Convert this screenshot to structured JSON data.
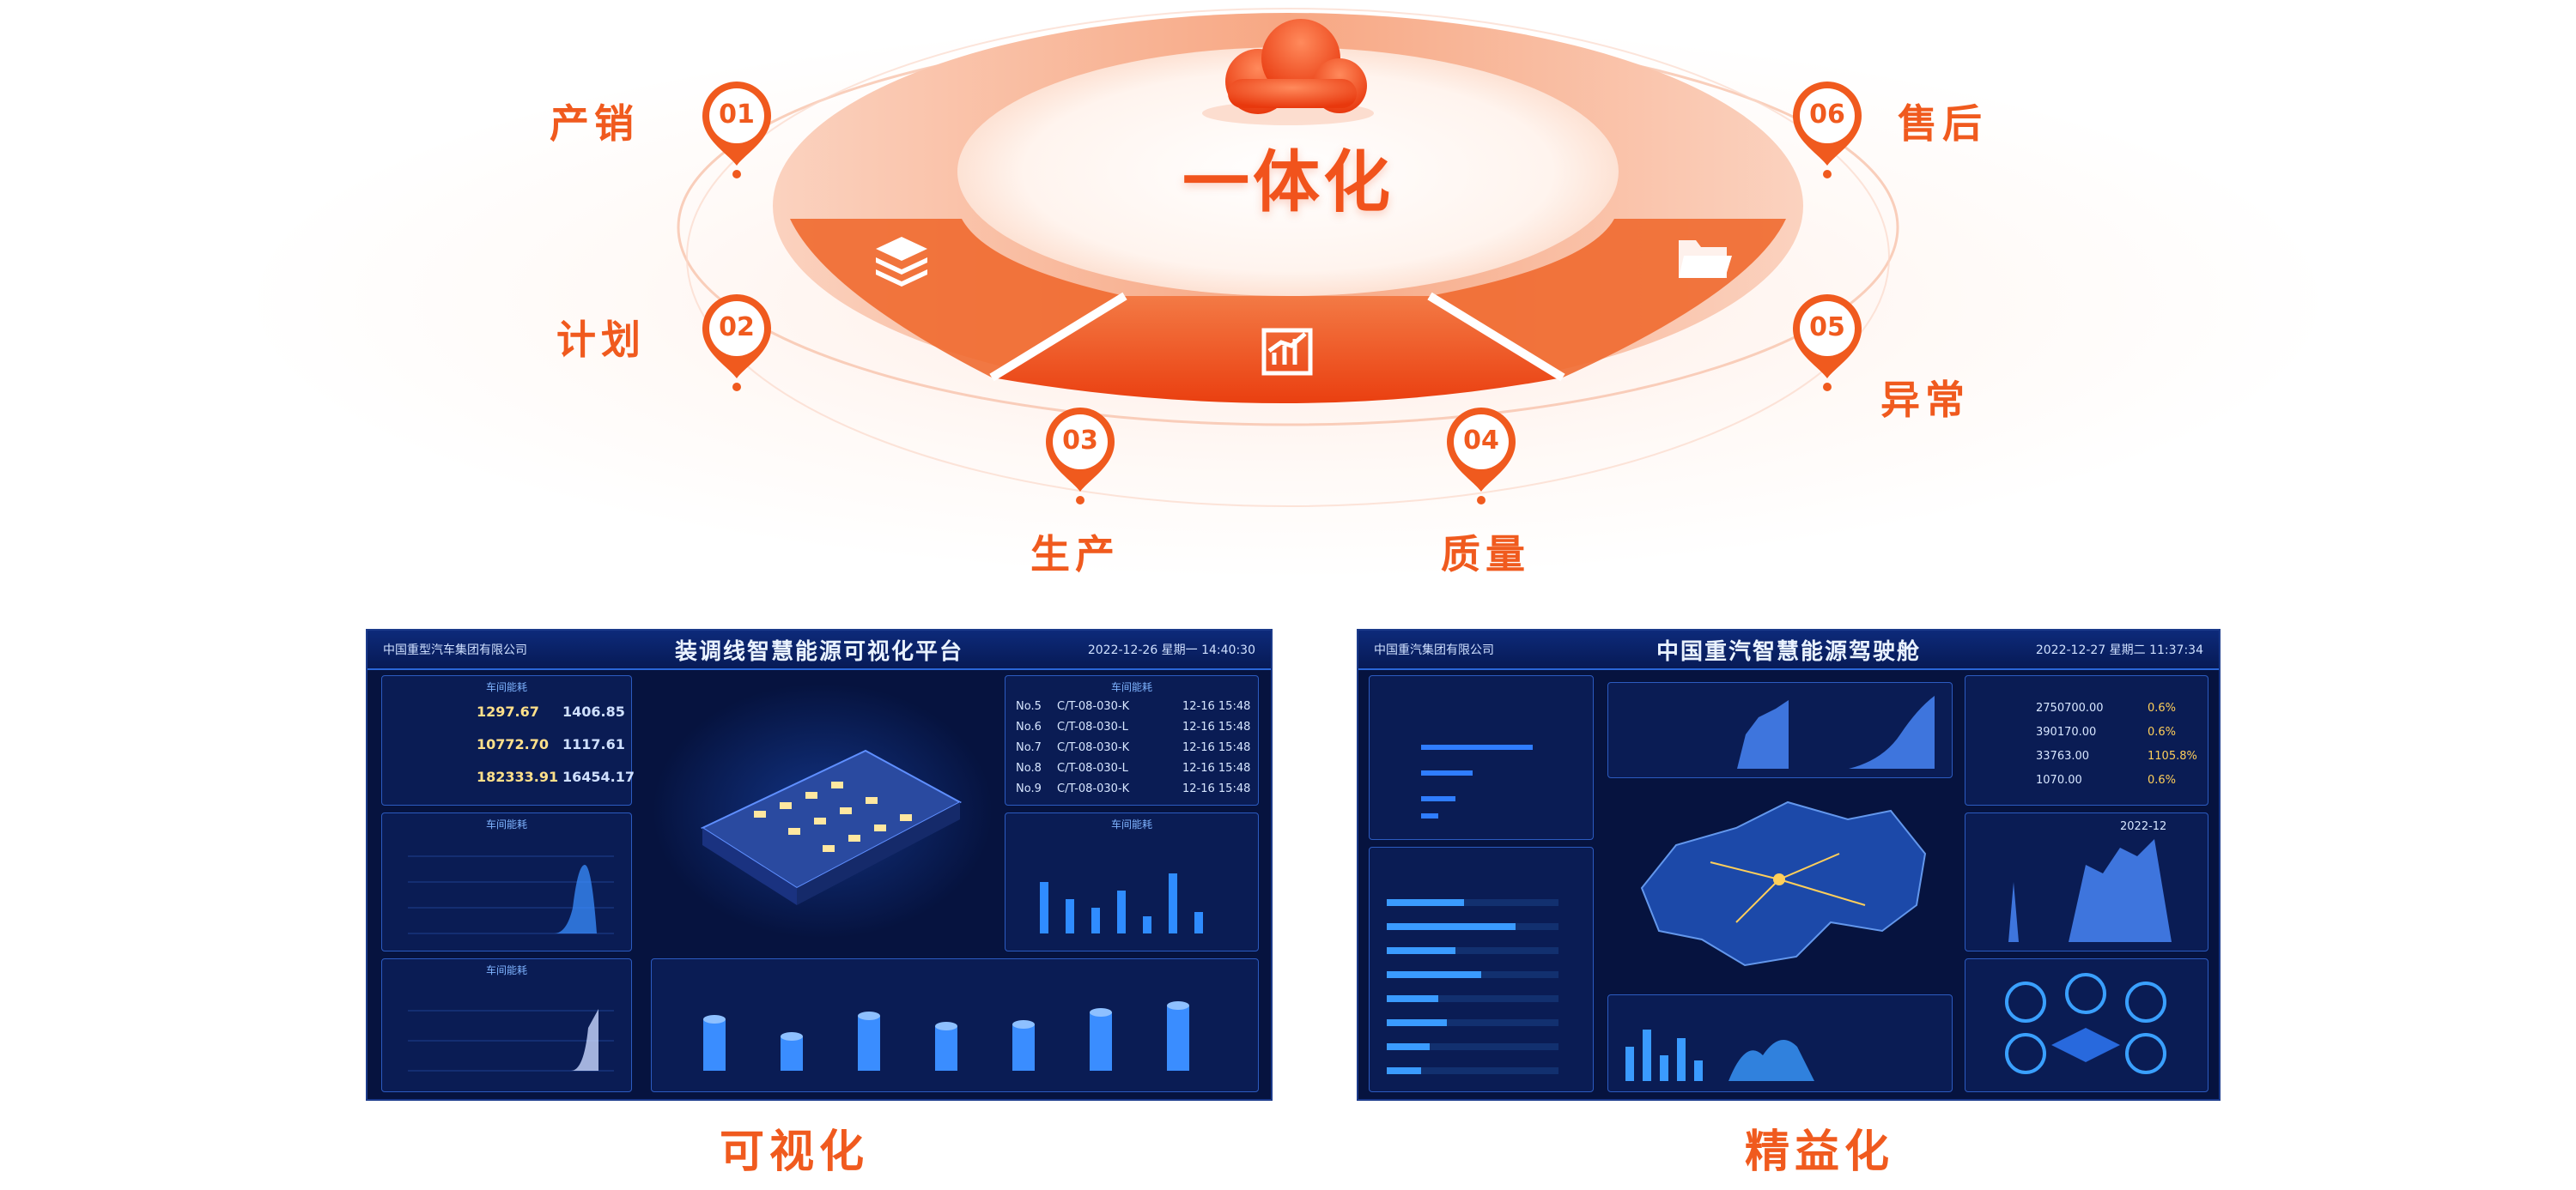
{
  "hero": {
    "center_title": "一体化",
    "steps": [
      {
        "num": "01",
        "label": "产销"
      },
      {
        "num": "02",
        "label": "计划"
      },
      {
        "num": "03",
        "label": "生产"
      },
      {
        "num": "04",
        "label": "质量"
      },
      {
        "num": "05",
        "label": "异常"
      },
      {
        "num": "06",
        "label": "售后"
      }
    ],
    "icons": [
      "layers-icon",
      "chart-icon",
      "folder-icon",
      "cloud-icon"
    ]
  },
  "colors": {
    "accent": "#f05a1e",
    "ring_light": "#f7a783",
    "ring_dark": "#ee4a16",
    "screen_bg": "#06133f"
  },
  "screen_left": {
    "org": "中国重型汽车集团有限公司",
    "title": "装调线智慧能源可视化平台",
    "time": "2022-12-26 星期一 14:40:30",
    "panels": [
      "车间能耗",
      "车间能耗",
      "车间能耗",
      "车间能耗",
      "车间能耗"
    ],
    "metrics": [
      {
        "value": "1297.67",
        "sub": "1406.85"
      },
      {
        "value": "10772.70",
        "sub": "1117.61"
      },
      {
        "value": "182333.91",
        "sub": "16454.17"
      }
    ],
    "list_rows": [
      {
        "no": "No.5",
        "text": "C/T-08-030-K",
        "time": "12-16 15:48"
      },
      {
        "no": "No.6",
        "text": "C/T-08-030-L",
        "time": "12-16 15:48"
      },
      {
        "no": "No.7",
        "text": "C/T-08-030-K",
        "time": "12-16 15:48"
      },
      {
        "no": "No.8",
        "text": "C/T-08-030-L",
        "time": "12-16 15:48"
      },
      {
        "no": "No.9",
        "text": "C/T-08-030-K",
        "time": "12-16 15:48"
      }
    ]
  },
  "screen_right": {
    "org": "中国重汽集团有限公司",
    "title": "中国重汽智慧能源驾驶舱",
    "time": "2022-12-27 星期二 11:37:34",
    "values": [
      {
        "label": "",
        "value": "2750700.00",
        "pct": "0.6%"
      },
      {
        "label": "",
        "value": "390170.00",
        "pct": "0.6%"
      },
      {
        "label": "",
        "value": "33763.00",
        "pct": "1105.8%"
      },
      {
        "label": "",
        "value": "1070.00",
        "pct": "0.6%"
      }
    ],
    "date_tag": "2022-12"
  },
  "bottom": {
    "left_label": "可视化",
    "right_label": "精益化"
  }
}
